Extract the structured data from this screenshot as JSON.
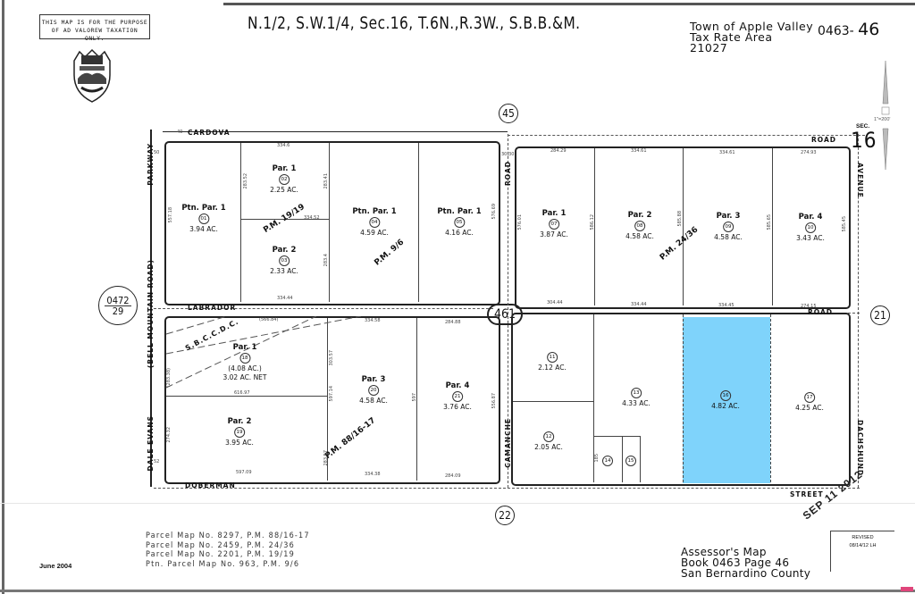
{
  "header": {
    "disclaimer_line1": "THIS MAP IS FOR THE PURPOSE",
    "disclaimer_line2": "OF AD VALOREW TAXATION ONLY.",
    "title": "N.1/2, S.W.1/4, Sec.16, T.6N.,R.3W., S.B.B.&M.",
    "town": "Town of Apple Valley",
    "tax_rate_area_label": "Tax Rate Area",
    "tax_rate_area": "21027",
    "book_prefix": "0463-",
    "page_number": "46",
    "section_label": "SEC.",
    "section_number": "16",
    "scale": "1\"=200'",
    "seal_icon": "county-seal-icon"
  },
  "adjacent_pages": {
    "north": "45",
    "east": "21",
    "south": "22",
    "west_top": "0472",
    "west_bottom": "29",
    "center_block": "461"
  },
  "streets": {
    "north": "CARDOVA",
    "north_suffix": "ROAD",
    "middle": "LABRADOR",
    "middle_suffix": "ROAD",
    "south": "DOBERMAN",
    "south_suffix": "STREET",
    "west_upper": "PARKWAY",
    "west_mid": "(BELL MOUNTAIN ROAD)",
    "west_lower": "DALE EVANS",
    "center_upper": "ROAD",
    "center_lower": "CAMANCHE",
    "east_upper": "AVENUE",
    "east_lower": "DACHSHUND",
    "easement": "S.B.C.C.D.C."
  },
  "parcels": [
    {
      "id": "01",
      "title": "Ptn. Par. 1",
      "acres": "3.94 AC."
    },
    {
      "id": "02",
      "title": "Par. 1",
      "acres": "2.25 AC."
    },
    {
      "id": "03",
      "title": "Par. 2",
      "acres": "2.33 AC."
    },
    {
      "id": "04",
      "title": "Ptn. Par. 1",
      "acres": "4.59 AC."
    },
    {
      "id": "05",
      "title": "Ptn. Par. 1",
      "acres": "4.16 AC."
    },
    {
      "id": "07",
      "title": "Par. 1",
      "acres": "3.87 AC."
    },
    {
      "id": "08",
      "title": "Par. 2",
      "acres": "4.58 AC."
    },
    {
      "id": "09",
      "title": "Par. 3",
      "acres": "4.58 AC."
    },
    {
      "id": "10",
      "title": "Par. 4",
      "acres": "3.43 AC."
    },
    {
      "id": "11",
      "title": "",
      "acres": "2.12 AC."
    },
    {
      "id": "12",
      "title": "",
      "acres": "2.05 AC."
    },
    {
      "id": "13",
      "title": "",
      "acres": "4.33 AC."
    },
    {
      "id": "14",
      "title": "",
      "acres": ""
    },
    {
      "id": "15",
      "title": "",
      "acres": ""
    },
    {
      "id": "16",
      "title": "",
      "acres": "4.82 AC.",
      "highlight": "#7fd3fb"
    },
    {
      "id": "17",
      "title": "",
      "acres": "4.25 AC."
    },
    {
      "id": "18",
      "title": "Par. 1",
      "acres": "(4.08 AC.)",
      "acres_net": "3.02 AC. NET"
    },
    {
      "id": "19",
      "title": "Par. 2",
      "acres": "3.95 AC."
    },
    {
      "id": "20",
      "title": "Par. 3",
      "acres": "4.58 AC."
    },
    {
      "id": "21",
      "title": "Par. 4",
      "acres": "3.76 AC."
    }
  ],
  "plat_refs": {
    "pm_19_19": "P.M. 19/19",
    "pm_9_6": "P.M. 9/6",
    "pm_24_36": "P.M. 24/36",
    "pm_88_16_17": "P.M. 88/16-17"
  },
  "dimensions": {
    "d1": "334.6",
    "d2": "334.52",
    "d3": "334.44",
    "d4": "284.29",
    "d5": "334.61",
    "d6": "334.61",
    "d7": "274.93",
    "d8": "304.44",
    "d9": "334.44",
    "d10": "334.45",
    "d11": "274.15",
    "d12": "(566.84)",
    "d13": "334.58",
    "d14": "284.88",
    "d15": "616.97",
    "d16": "597.09",
    "d17": "334.38",
    "d18": "284.09",
    "d19": "557.18",
    "d20": "283.52",
    "d21": "283.41",
    "d22": "283.4",
    "d23": "576.69",
    "d24": "576.01",
    "d25": "586.12",
    "d26": "585.88",
    "d27": "585.65",
    "d28": "585.45",
    "d29": "303.57",
    "d30": "597.14",
    "d31": "283.57",
    "d32": "597",
    "d33": "556.87",
    "d34": "(283.38)",
    "d35": "274.32",
    "d36": "185",
    "d37": "40",
    "d38": "50",
    "d39": "52",
    "d40": "30|30"
  },
  "footer": {
    "date": "June 2004",
    "notes": [
      "Parcel Map No. 8297, P.M. 88/16-17",
      "Parcel Map No. 2459, P.M. 24/36",
      "Parcel Map No. 2201, P.M. 19/19",
      "Ptn. Parcel Map No. 963, P.M. 9/6"
    ],
    "assessor_line1": "Assessor's Map",
    "assessor_line2": "Book 0463 Page 46",
    "assessor_line3": "San Bernardino County",
    "revised_label": "REVISED",
    "revised_date": "08/14/12 LH",
    "stamp": "SEP 11 2012"
  }
}
